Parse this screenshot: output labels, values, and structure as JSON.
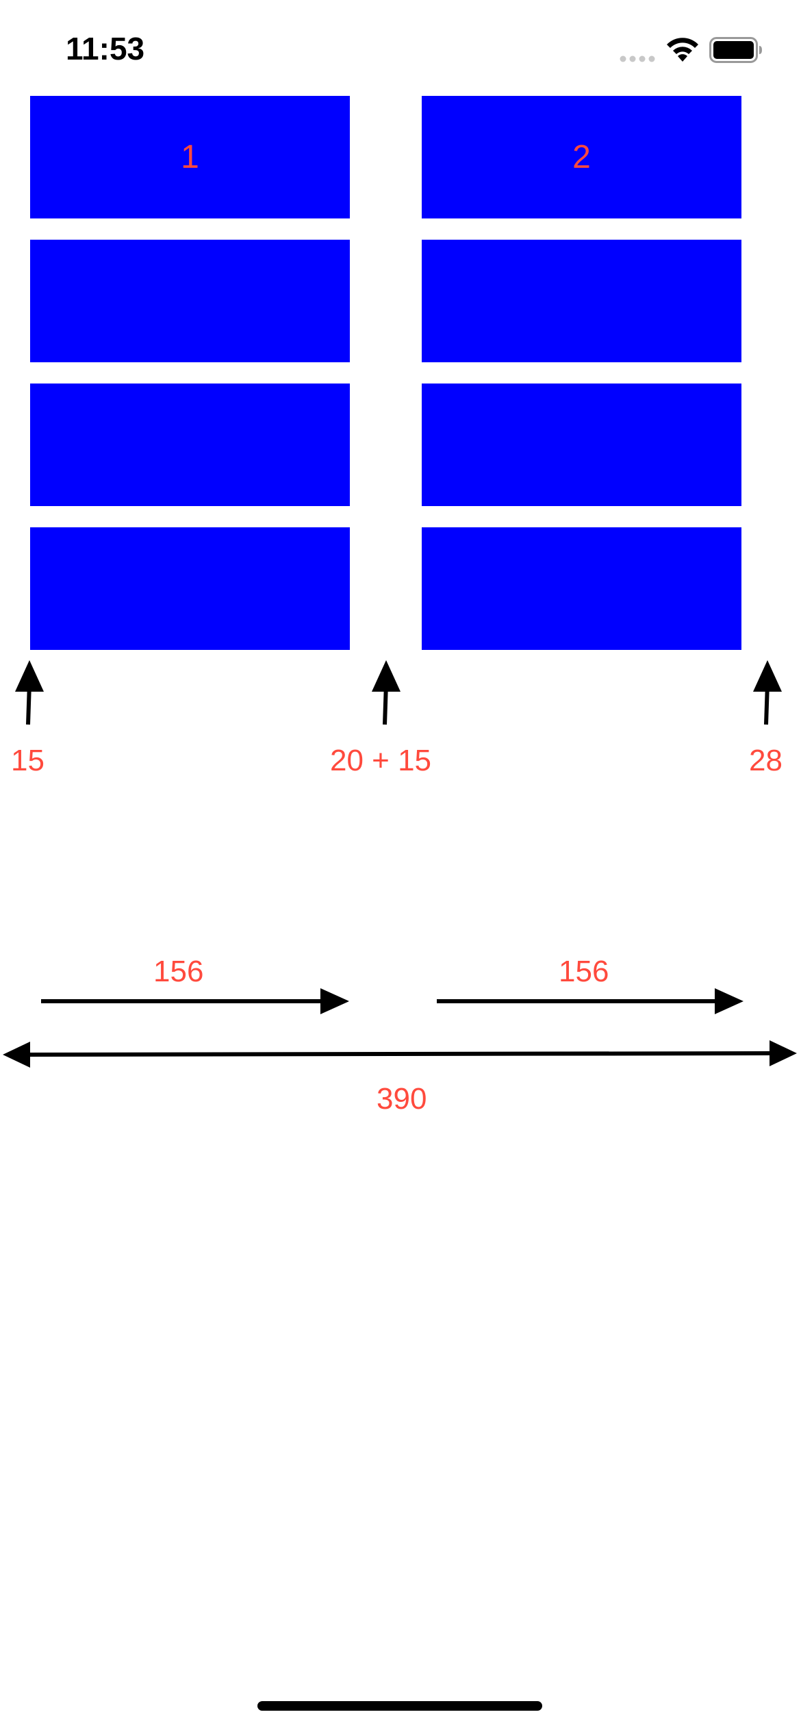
{
  "status_bar": {
    "time": "11:53"
  },
  "grid": {
    "cell_color": "#0000ff",
    "label_color": "#ff4a3d",
    "cells": [
      {
        "label": "1"
      },
      {
        "label": "2"
      },
      {
        "label": ""
      },
      {
        "label": ""
      },
      {
        "label": ""
      },
      {
        "label": ""
      },
      {
        "label": ""
      },
      {
        "label": ""
      }
    ]
  },
  "annotations": {
    "left_margin": "15",
    "gap_label": "20 + 15",
    "right_margin": "28",
    "cell_width_left": "156",
    "cell_width_right": "156",
    "total_width": "390"
  },
  "icons": [
    "signal-icon",
    "wifi-icon",
    "battery-icon",
    "arrow-up-icon",
    "arrow-right-icon",
    "double-arrow-icon"
  ]
}
